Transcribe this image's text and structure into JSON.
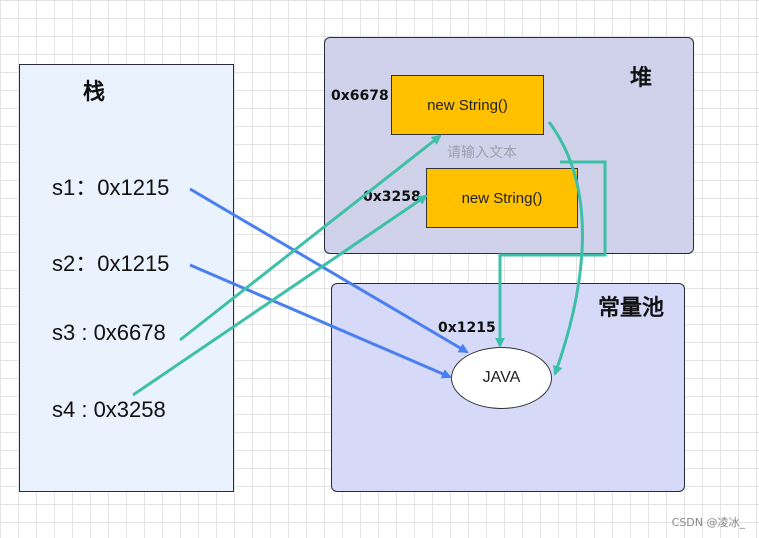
{
  "stack": {
    "title": "栈",
    "vars": [
      {
        "label": "s1：0x1215"
      },
      {
        "label": "s2：0x1215"
      },
      {
        "label": "s3 : 0x6678"
      },
      {
        "label": "s4 : 0x3258"
      }
    ]
  },
  "heap": {
    "title": "堆",
    "objects": [
      {
        "address": "0x6678",
        "label": "new String()"
      },
      {
        "address": "0x3258",
        "label": "new String()"
      }
    ],
    "placeholder": "请输入文本"
  },
  "pool": {
    "title": "常量池",
    "address": "0x1215",
    "literal": "JAVA"
  },
  "colors": {
    "stack_fill": "#eaf2fd",
    "heap_fill": "#cfd2ea",
    "pool_fill": "#d6daf8",
    "object_fill": "#ffc000",
    "ref_arrow": "#4a7ff0",
    "obj_arrow": "#3dbfa8"
  },
  "watermark": "CSDN @凌冰_"
}
